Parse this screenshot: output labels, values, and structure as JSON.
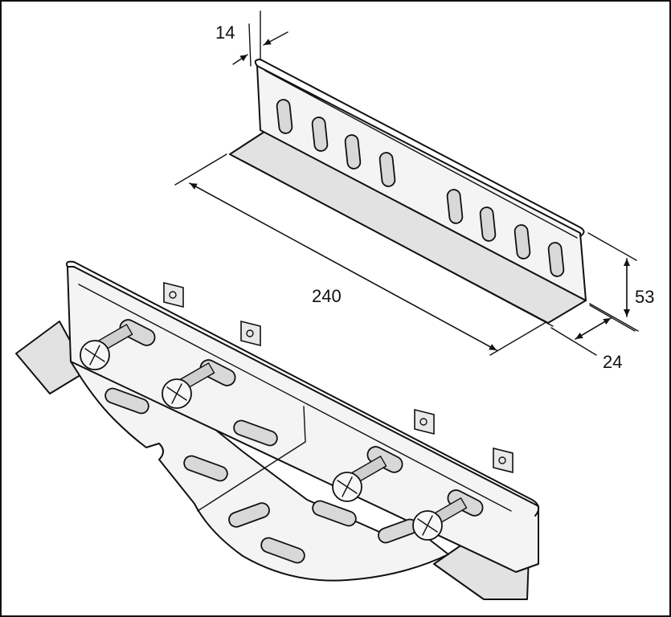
{
  "dimensions": {
    "thickness": "14",
    "length": "240",
    "height": "53",
    "width": "24"
  }
}
